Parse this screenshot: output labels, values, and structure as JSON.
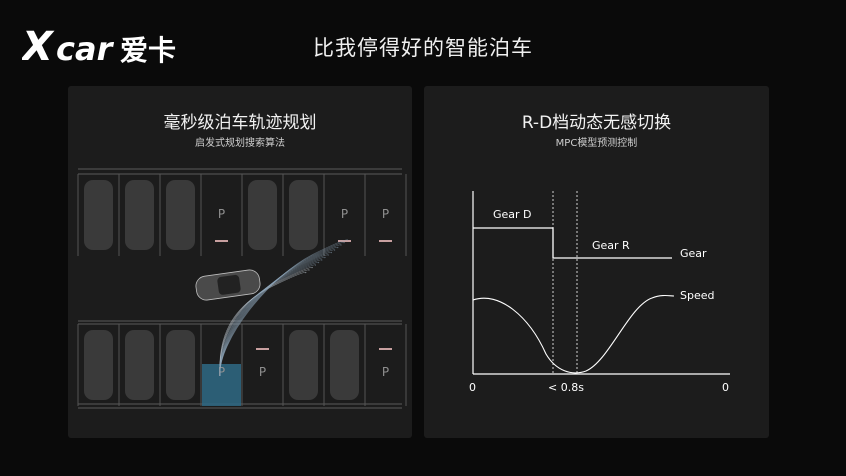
{
  "header": {
    "logo_text": "Xcar爱卡",
    "title": "比我停得好的智能泊车"
  },
  "left_panel": {
    "title": "毫秒级泊车轨迹规划",
    "subtitle": "启发式规划搜索算法",
    "top_row": [
      "car",
      "car",
      "car",
      "P",
      "car",
      "car",
      "P",
      "P"
    ],
    "bottom_row": [
      "car",
      "car",
      "car",
      "P",
      "P",
      "car",
      "car",
      "P"
    ],
    "slot_label": "P"
  },
  "right_panel": {
    "title": "R-D档动态无感切换",
    "subtitle": "MPC模型预测控制",
    "labels": {
      "gear_d": "Gear D",
      "gear_r": "Gear R",
      "gear": "Gear",
      "speed": "Speed",
      "x_start": "0",
      "x_mid": "< 0.8s",
      "x_end": "0"
    }
  },
  "colors": {
    "background": "#0a0a0a",
    "panel": "#1c1c1c",
    "accent_red": "#c8a0a0",
    "highlight_blue": "#2f6a85"
  }
}
